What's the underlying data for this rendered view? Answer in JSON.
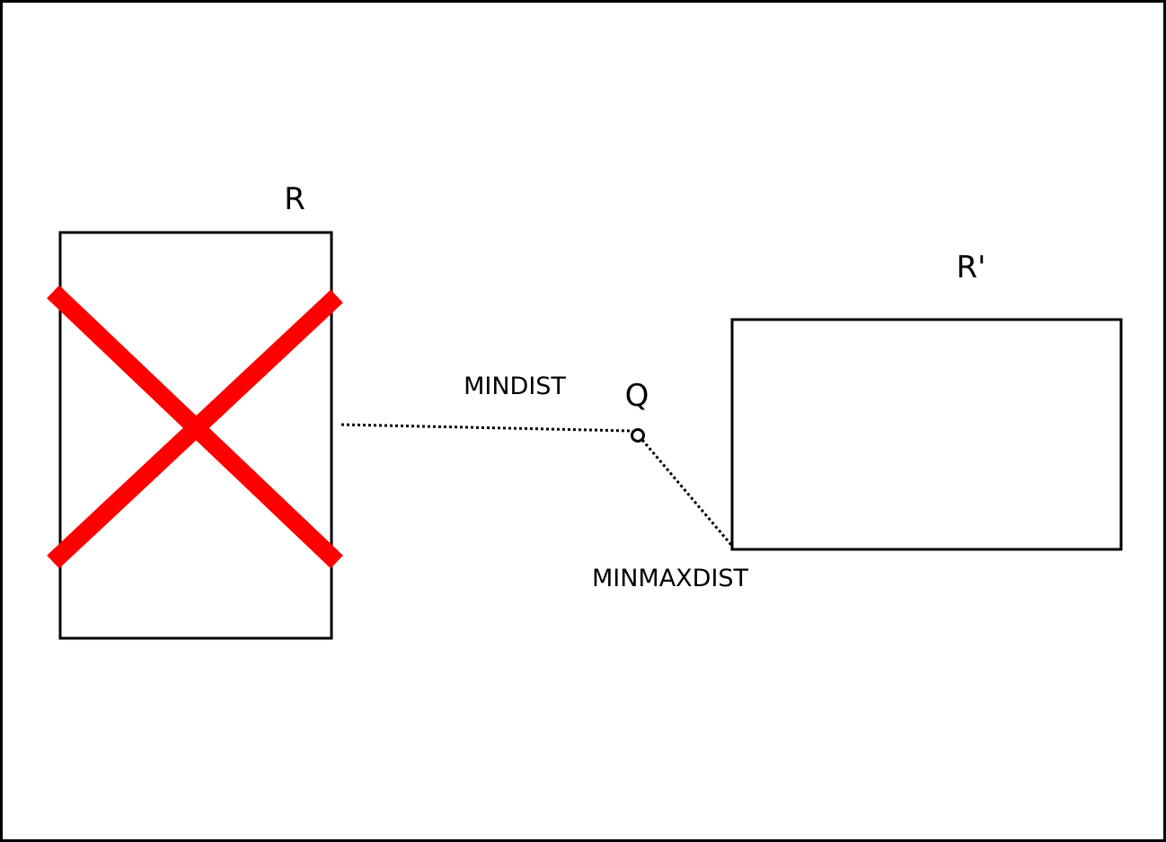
{
  "labels": {
    "rect_r": "R",
    "rect_r_prime": "R'",
    "query_point": "Q",
    "mindist": "MINDIST",
    "minmaxdist": "MINMAXDIST"
  },
  "colors": {
    "cross": "#ff0000",
    "stroke": "#000000",
    "background": "#ffffff"
  },
  "annotations": {
    "pruned_rectangle": "R"
  }
}
